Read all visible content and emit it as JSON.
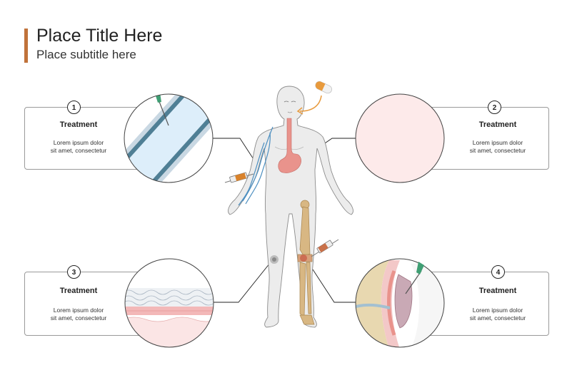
{
  "header": {
    "title": "Place Title Here",
    "subtitle": "Place subtitle here",
    "accent_color": "#c0723a"
  },
  "cards": [
    {
      "number": "1",
      "title": "Treatment",
      "line1": "Lorem ipsum dolor",
      "line2": "sit amet, consectetur",
      "illustration": "blood-vessel-injection"
    },
    {
      "number": "2",
      "title": "Treatment",
      "line1": "Lorem ipsum dolor",
      "line2": "sit amet, consectetur",
      "illustration": "stomach-blank"
    },
    {
      "number": "3",
      "title": "Treatment",
      "line1": "Lorem ipsum dolor",
      "line2": "sit amet, consectetur",
      "illustration": "skin-layers"
    },
    {
      "number": "4",
      "title": "Treatment",
      "line1": "Lorem ipsum dolor",
      "line2": "sit amet, consectetur",
      "illustration": "joint-injection"
    }
  ],
  "colors": {
    "vessel": "#4f7f95",
    "skin": "#f3b8b8",
    "bone": "#d8b783",
    "stomach": "#e9938c"
  }
}
